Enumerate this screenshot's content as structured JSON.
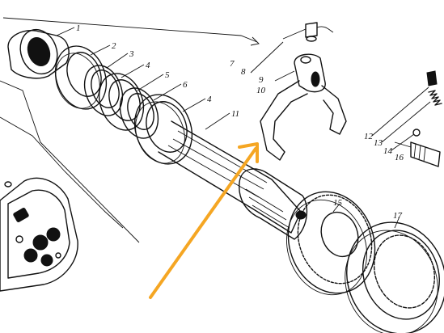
{
  "diagram": {
    "callouts": [
      {
        "id": "1",
        "text": "1"
      },
      {
        "id": "2",
        "text": "2"
      },
      {
        "id": "3",
        "text": "3"
      },
      {
        "id": "4a",
        "text": "4"
      },
      {
        "id": "5",
        "text": "5"
      },
      {
        "id": "6",
        "text": "6"
      },
      {
        "id": "4b",
        "text": "4"
      },
      {
        "id": "11",
        "text": "11"
      },
      {
        "id": "7",
        "text": "7"
      },
      {
        "id": "8",
        "text": "8"
      },
      {
        "id": "9",
        "text": "9"
      },
      {
        "id": "10",
        "text": "10"
      },
      {
        "id": "12",
        "text": "12"
      },
      {
        "id": "13",
        "text": "13"
      },
      {
        "id": "14",
        "text": "14"
      },
      {
        "id": "16",
        "text": "16"
      },
      {
        "id": "15",
        "text": "15"
      },
      {
        "id": "17",
        "text": "17"
      }
    ],
    "colors": {
      "ink": "#111111",
      "paper": "#ffffff",
      "highlight_arrow": "#f5a623"
    }
  }
}
